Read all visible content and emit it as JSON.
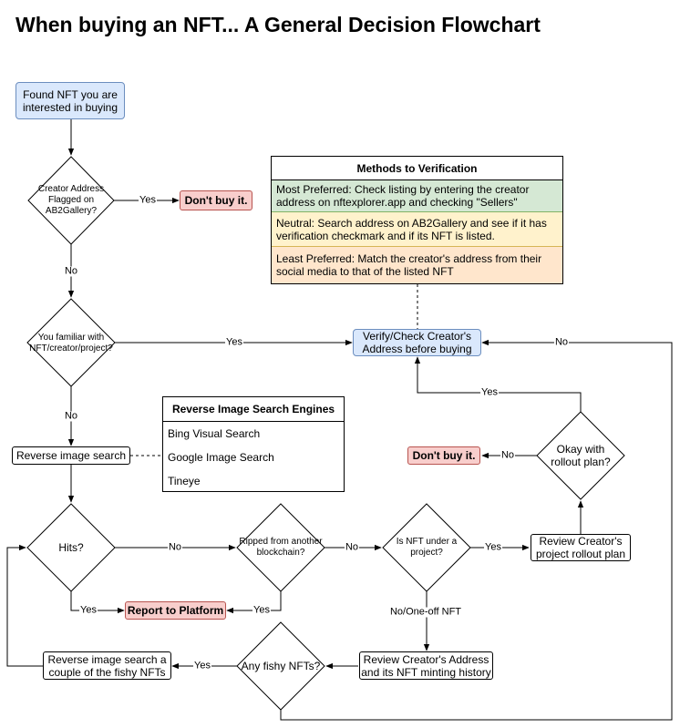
{
  "title": "When buying an NFT... A General Decision Flowchart",
  "nodes": {
    "start": "Found NFT you are interested in buying",
    "creator_flagged": "Creator Address Flagged on AB2Gallery?",
    "dont_buy_1": "Don't buy it.",
    "familiar": "You familiar with NFT/creator/project?",
    "verify": "Verify/Check Creator's Address before buying",
    "reverse_search": "Reverse image search",
    "hits": "Hits?",
    "ripped": "Ripped from another blockchain?",
    "under_project": "Is NFT under a project?",
    "review_rollout": "Review Creator's project rollout plan",
    "okay_rollout": "Okay with rollout plan?",
    "dont_buy_2": "Don't buy it.",
    "report": "Report to Platform",
    "review_history": "Review Creator's Address and its NFT minting history",
    "fishy": "Any fishy NFTs?",
    "reverse_fishy": "Reverse image search a couple of the fishy NFTs"
  },
  "edge_labels": {
    "yes": "Yes",
    "no": "No",
    "one_off": "No/One-off NFT"
  },
  "verification_methods": {
    "title": "Methods to Verification",
    "items": [
      {
        "text": "Most Preferred: Check listing by entering the creator address on nftexplorer.app and checking \"Sellers\"",
        "color": "#d5e8d4"
      },
      {
        "text": "Neutral: Search address on AB2Gallery and see if it has verification checkmark and if its NFT is listed.",
        "color": "#fff2cc"
      },
      {
        "text": "Least Preferred: Match the creator's address from their social media to that of the listed NFT",
        "color": "#ffe6cc"
      }
    ]
  },
  "search_engines": {
    "title": "Reverse Image Search Engines",
    "items": [
      "Bing Visual Search",
      "Google Image Search",
      "Tineye"
    ]
  },
  "colors": {
    "blue_fill": "#dae8fc",
    "blue_stroke": "#6c8ebf",
    "red_fill": "#f8cecc",
    "red_stroke": "#b85450",
    "green_fill": "#d5e8d4",
    "yellow_fill": "#fff2cc",
    "orange_fill": "#ffe6cc"
  }
}
